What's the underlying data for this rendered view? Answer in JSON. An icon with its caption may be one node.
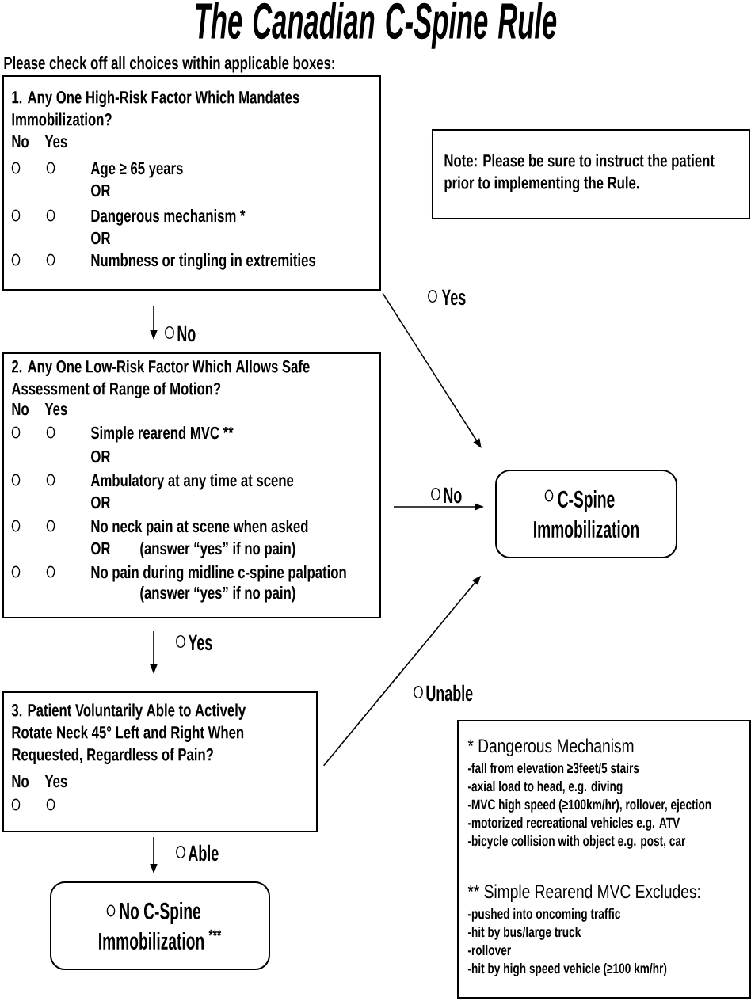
{
  "diagram": {
    "title": "The Canadian C-Spine Rule",
    "nodes": [
      {
        "text": [
          "1. Any One High-Risk Factor Which Mandates Immobilization?",
          "No",
          "Yes",
          "Age ≥ 65 years",
          "OR",
          "Dangerous mechanism *",
          "OR",
          "Numbness or tingling in extremities"
        ]
      },
      {
        "text": [
          "Note: Please be sure to instruct the patient prior to implementing the Rule."
        ]
      },
      {
        "text": [
          "2. Any One Low-Risk Factor Which Allows Safe Assessment of Range of Motion?",
          "No",
          "Yes",
          "Simple rearend MVC **",
          "OR",
          "Ambulatory at any time at scene",
          "OR",
          "No neck pain at scene when asked",
          "OR",
          "(answer “yes” if no pain)",
          "No pain during midline c-spine palpation",
          "(answer “yes” if no pain)"
        ]
      },
      {
        "text": [
          "C-Spine Immobilization"
        ]
      },
      {
        "text": [
          "3. Patient Voluntarily Able to Actively Rotate Neck 45° Left and Right When Requested, Regardless of Pain?",
          "No",
          "Yes"
        ]
      },
      {
        "text": [
          "* Dangerous Mechanism",
          "-fall from elevation ≥3feet/5 stairs",
          "-axial load to head, e.g. diving",
          "-MVC high speed (≥100km/hr), rollover, ejection",
          "-motorized recreational vehicles e.g. ATV",
          "-bicycle collision with object e.g. post, car",
          "** Simple Rearend MVC Excludes:",
          "-pushed into oncoming traffic",
          "-hit by bus/large truck",
          "-rollover",
          "-hit by high speed vehicle (≥100 km/hr)"
        ]
      },
      {
        "text": [
          "No C-Spine Immobilization $^{***}$"
        ]
      }
    ],
    "edges": [
      {
        "from": 0,
        "to": 2,
        "arrow": "to",
        "label": "No"
      },
      {
        "from": 0,
        "to": 3,
        "arrow": "to",
        "label": "Yes"
      },
      {
        "from": 2,
        "to": 3,
        "arrow": "to",
        "label": "No"
      },
      {
        "from": 2,
        "to": 4,
        "arrow": "to",
        "label": "Yes"
      },
      {
        "from": 4,
        "to": 3,
        "arrow": "to",
        "label": "Unable"
      },
      {
        "from": 4,
        "to": 6,
        "arrow": "to",
        "label": "Able"
      }
    ],
    "labels": [
      "Please check off all choices within applicable boxes:"
    ]
  }
}
